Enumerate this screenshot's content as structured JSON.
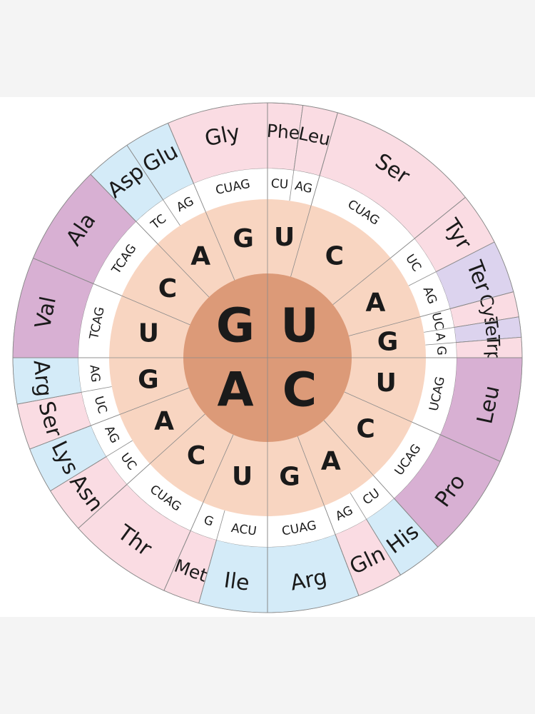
{
  "colors": {
    "background": "#f4f4f4",
    "poster": "#ffffff",
    "core": "#dc9a78",
    "ring1": "#f8d5c1",
    "ring2": "#ffffff",
    "pink": "#fadce3",
    "blue": "#d4ebf8",
    "purple": "#d8b0d3",
    "lavender": "#dcd3ee",
    "divider": "#8a8a8a"
  },
  "core": [
    "G",
    "U",
    "A",
    "C"
  ],
  "wheel": [
    {
      "first": "U",
      "second": "U",
      "third": "CU",
      "aa": "Phe",
      "color": "pink"
    },
    {
      "first": "U",
      "second": "U",
      "third": "AG",
      "aa": "Leu",
      "color": "pink"
    },
    {
      "first": "U",
      "second": "C",
      "third": "CUAG",
      "aa": "Ser",
      "color": "pink"
    },
    {
      "first": "U",
      "second": "A",
      "third": "UC",
      "aa": "Tyr",
      "color": "pink"
    },
    {
      "first": "U",
      "second": "A",
      "third": "AG",
      "aa": "Ter",
      "color": "lavender"
    },
    {
      "first": "U",
      "second": "G",
      "third": "UC",
      "aa": "Cys",
      "color": "pink"
    },
    {
      "first": "U",
      "second": "G",
      "third": "A",
      "aa": "Ter",
      "color": "lavender"
    },
    {
      "first": "U",
      "second": "G",
      "third": "G",
      "aa": "Trp",
      "color": "pink"
    },
    {
      "first": "C",
      "second": "U",
      "third": "UCAG",
      "aa": "Leu",
      "color": "purple"
    },
    {
      "first": "C",
      "second": "C",
      "third": "UCAG",
      "aa": "Pro",
      "color": "purple"
    },
    {
      "first": "C",
      "second": "A",
      "third": "CU",
      "aa": "His",
      "color": "blue"
    },
    {
      "first": "C",
      "second": "A",
      "third": "AG",
      "aa": "Gln",
      "color": "pink"
    },
    {
      "first": "C",
      "second": "G",
      "third": "CUAG",
      "aa": "Arg",
      "color": "blue"
    },
    {
      "first": "A",
      "second": "U",
      "third": "ACU",
      "aa": "Ile",
      "color": "blue"
    },
    {
      "first": "A",
      "second": "U",
      "third": "G",
      "aa": "Met",
      "color": "pink"
    },
    {
      "first": "A",
      "second": "C",
      "third": "CUAG",
      "aa": "Thr",
      "color": "pink"
    },
    {
      "first": "A",
      "second": "A",
      "third": "UC",
      "aa": "Asn",
      "color": "pink"
    },
    {
      "first": "A",
      "second": "A",
      "third": "AG",
      "aa": "Lys",
      "color": "blue"
    },
    {
      "first": "A",
      "second": "G",
      "third": "UC",
      "aa": "Ser",
      "color": "pink"
    },
    {
      "first": "A",
      "second": "G",
      "third": "AG",
      "aa": "Arg",
      "color": "blue"
    },
    {
      "first": "G",
      "second": "U",
      "third": "TCAG",
      "aa": "Val",
      "color": "purple"
    },
    {
      "first": "G",
      "second": "C",
      "third": "TCAG",
      "aa": "Ala",
      "color": "purple"
    },
    {
      "first": "G",
      "second": "A",
      "third": "TC",
      "aa": "Asp",
      "color": "blue"
    },
    {
      "first": "G",
      "second": "A",
      "third": "AG",
      "aa": "Glu",
      "color": "blue"
    },
    {
      "first": "G",
      "second": "G",
      "third": "CUAG",
      "aa": "Gly",
      "color": "pink"
    }
  ]
}
